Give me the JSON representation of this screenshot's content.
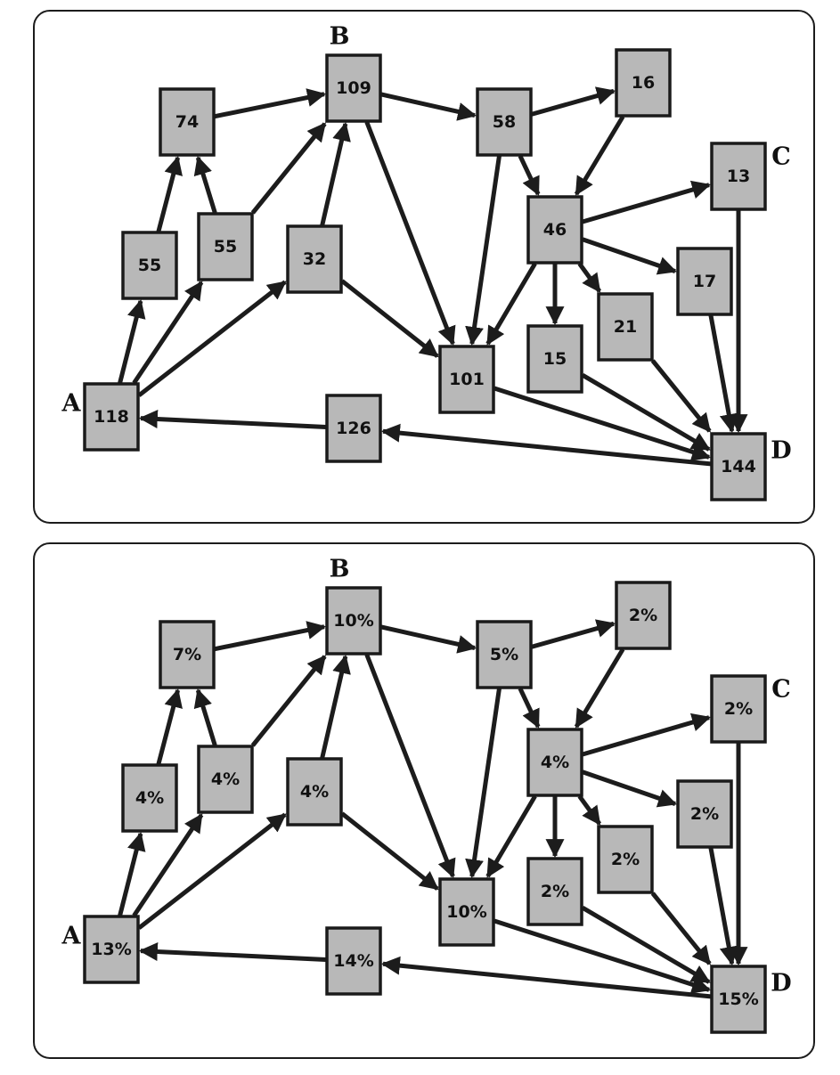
{
  "panels": [
    {
      "name": "panel-counts",
      "nodes": {
        "n118": "118",
        "n55a": "55",
        "n74": "74",
        "n55b": "55",
        "n32": "32",
        "n109": "109",
        "n58": "58",
        "n16": "16",
        "n46": "46",
        "n13": "13",
        "n17": "17",
        "n21": "21",
        "n15": "15",
        "n101": "101",
        "n126": "126",
        "n144": "144"
      }
    },
    {
      "name": "panel-percentages",
      "nodes": {
        "n118": "13%",
        "n55a": "4%",
        "n74": "7%",
        "n55b": "4%",
        "n32": "4%",
        "n109": "10%",
        "n58": "5%",
        "n16": "2%",
        "n46": "4%",
        "n13": "2%",
        "n17": "2%",
        "n21": "2%",
        "n15": "2%",
        "n101": "10%",
        "n126": "14%",
        "n144": "15%"
      }
    }
  ],
  "corner_labels": {
    "A": "A",
    "B": "B",
    "C": "C",
    "D": "D"
  },
  "edges": [
    [
      "n118",
      "n55a"
    ],
    [
      "n118",
      "n55b"
    ],
    [
      "n118",
      "n32"
    ],
    [
      "n55a",
      "n74"
    ],
    [
      "n55b",
      "n74"
    ],
    [
      "n55b",
      "n109"
    ],
    [
      "n74",
      "n109"
    ],
    [
      "n32",
      "n109"
    ],
    [
      "n32",
      "n101"
    ],
    [
      "n109",
      "n58"
    ],
    [
      "n109",
      "n101"
    ],
    [
      "n58",
      "n16"
    ],
    [
      "n58",
      "n46"
    ],
    [
      "n58",
      "n101"
    ],
    [
      "n16",
      "n46"
    ],
    [
      "n46",
      "n13"
    ],
    [
      "n46",
      "n17"
    ],
    [
      "n46",
      "n21"
    ],
    [
      "n46",
      "n15"
    ],
    [
      "n46",
      "n101"
    ],
    [
      "n13",
      "n144"
    ],
    [
      "n17",
      "n144"
    ],
    [
      "n21",
      "n144"
    ],
    [
      "n15",
      "n144"
    ],
    [
      "n101",
      "n144"
    ],
    [
      "n144",
      "n126"
    ],
    [
      "n126",
      "n118"
    ]
  ],
  "colors": {
    "box_fill": "#b8b8b8",
    "ink": "#1c1c1c"
  }
}
